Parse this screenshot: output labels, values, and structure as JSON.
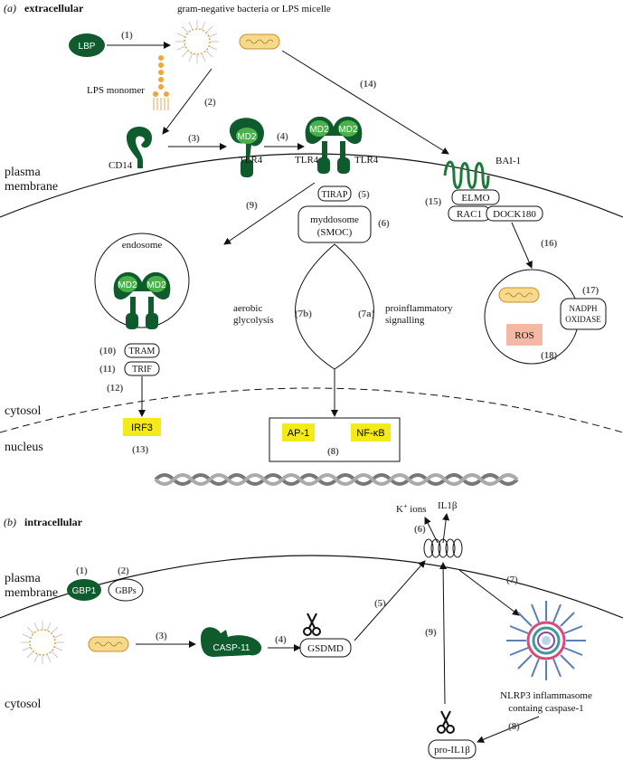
{
  "panel_a": {
    "panel_letter": "(a)",
    "panel_title": "extracellular",
    "bacteria_label": "gram-negative bacteria or LPS micelle",
    "lps_monomer": "LPS monomer",
    "lbp": "LBP",
    "cd14": "CD14",
    "md2": "MD2",
    "tlr4": "TLR4",
    "tirap": "TIRAP",
    "myddosome_line1": "myddosome",
    "myddosome_line2": "(SMOC)",
    "plasma_line1": "plasma",
    "plasma_line2": "membrane",
    "bai1": "BAI-1",
    "elmo": "ELMO",
    "rac1": "RAC1",
    "dock180": "DOCK180",
    "endosome": "endosome",
    "tram": "TRAM",
    "trif": "TRIF",
    "aerobic_line1": "aerobic",
    "aerobic_line2": "glycolysis",
    "proinf_line1": "proinflammatory",
    "proinf_line2": "signalling",
    "nadph_line1": "NADPH",
    "nadph_line2": "OXIDASE",
    "ros": "ROS",
    "cytosol": "cytosol",
    "nucleus": "nucleus",
    "irf3": "IRF3",
    "ap1": "AP-1",
    "nfkb": "NF-κB",
    "steps": {
      "s1": "(1)",
      "s2": "(2)",
      "s3": "(3)",
      "s4": "(4)",
      "s5": "(5)",
      "s6": "(6)",
      "s7a": "(7a)",
      "s7b": "(7b)",
      "s8": "(8)",
      "s9": "(9)",
      "s10": "(10)",
      "s11": "(11)",
      "s12": "(12)",
      "s13": "(13)",
      "s14": "(14)",
      "s15": "(15)",
      "s16": "(16)",
      "s17": "(17)",
      "s18": "(18)"
    }
  },
  "panel_b": {
    "panel_letter": "(b)",
    "panel_title": "intracellular",
    "plasma_line1": "plasma",
    "plasma_line2": "membrane",
    "k_ions": "K",
    "k_sup": "+",
    "k_rest": " ions",
    "il1b": "IL1β",
    "gbp1": "GBP1",
    "gbps": "GBPs",
    "casp11": "CASP-11",
    "gsdmd": "GSDMD",
    "nlrp3_line1": "NLRP3 inflammasome",
    "nlrp3_line2": "containg caspase-1",
    "pro_il1b": "pro-IL1β",
    "cytosol": "cytosol",
    "steps": {
      "s1": "(1)",
      "s2": "(2)",
      "s3": "(3)",
      "s4": "(4)",
      "s5": "(5)",
      "s6": "(6)",
      "s7": "(7)",
      "s8": "(8)",
      "s9": "(9)"
    }
  },
  "colors": {
    "dark_green": "#0f5b2e",
    "light_green": "#4bb04a",
    "yellow_box": "#f5ea19",
    "ros_box": "#f3b9a4",
    "lps_orange": "#f0a63a"
  }
}
